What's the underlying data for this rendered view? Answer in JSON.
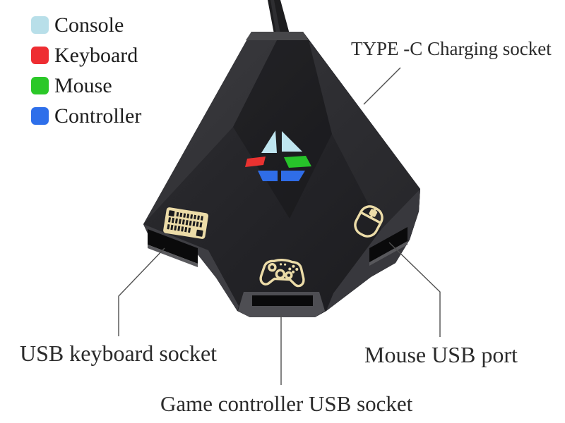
{
  "legend": {
    "items": [
      {
        "label": "Console",
        "color": "#b8dfe9"
      },
      {
        "label": "Keyboard",
        "color": "#ee2d32"
      },
      {
        "label": "Mouse",
        "color": "#2bc828"
      },
      {
        "label": "Controller",
        "color": "#2e6fea"
      }
    ]
  },
  "labels": {
    "type_c": "TYPE -C Charging socket",
    "keyboard_socket": "USB keyboard socket",
    "controller_socket": "Game controller USB socket",
    "mouse_port": "Mouse USB port"
  },
  "device": {
    "body_color": "#242428",
    "icon_color": "#ecdca8",
    "leader_line_color": "#4f4f4f",
    "logo": {
      "light_blue": "#bfe5ef",
      "red": "#e93230",
      "green": "#27c32a",
      "blue": "#2f6de8"
    },
    "icons": {
      "keyboard-icon": "gold keyboard plate above left USB socket",
      "gamepad-icon": "gold game controller outline above bottom USB socket",
      "mouse-icon": "gold mouse outline above right USB socket",
      "brand-logo-icon": "tri-color triangle emblem on device face",
      "usb-cable": "type-c cable exiting top of device"
    }
  }
}
